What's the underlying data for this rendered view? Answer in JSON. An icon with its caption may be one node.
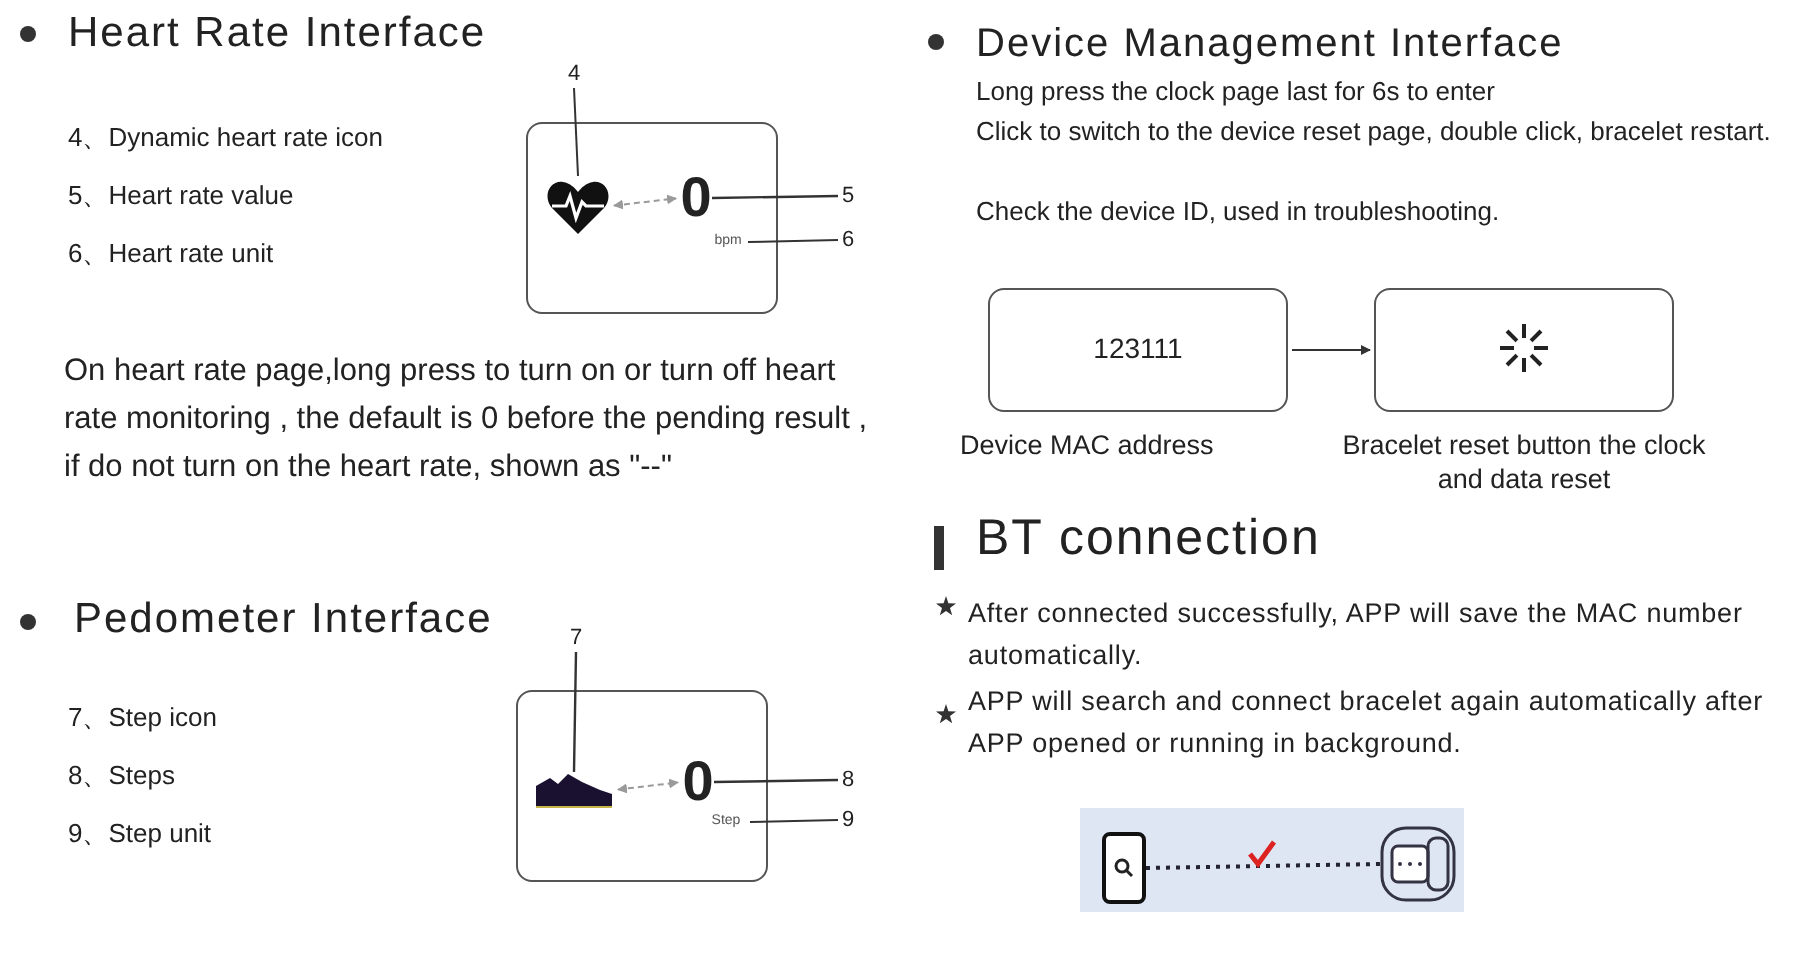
{
  "diagram": {
    "nodes": [
      {
        "text": [],
        "shape": "box"
      },
      {
        "text": [],
        "shape": "picture",
        "in": 0
      },
      {
        "text": [
          "0"
        ],
        "in": 0
      },
      {
        "text": [
          "bpm"
        ],
        "in": 0
      },
      {
        "text": [
          "4"
        ]
      },
      {
        "text": [
          "5"
        ]
      },
      {
        "text": [
          "6"
        ]
      },
      {
        "text": [],
        "shape": "box"
      },
      {
        "text": [],
        "shape": "picture",
        "in": 7
      },
      {
        "text": [
          "0"
        ],
        "in": 7
      },
      {
        "text": [
          "Step"
        ],
        "in": 7
      },
      {
        "text": [
          "7"
        ]
      },
      {
        "text": [
          "8"
        ]
      },
      {
        "text": [
          "9"
        ]
      },
      {
        "text": [
          "123111"
        ],
        "beside": [
          "Device MAC address"
        ]
      },
      {
        "text": [],
        "shape": "box",
        "beside": [
          "Bracelet reset button the clock and data reset"
        ]
      },
      {
        "text": [],
        "shape": "picture"
      },
      {
        "text": [],
        "shape": "picture"
      }
    ],
    "edges": [
      {
        "from": 4,
        "to": 1,
        "arrow": "none"
      },
      {
        "from": 5,
        "to": 2,
        "arrow": "none"
      },
      {
        "from": 6,
        "to": 3,
        "arrow": "none"
      },
      {
        "from": 1,
        "to": 2,
        "arrow": "both",
        "style": "dashed",
        "color": "#9a9a9a"
      },
      {
        "from": 11,
        "to": 8,
        "arrow": "none"
      },
      {
        "from": 12,
        "to": 9,
        "arrow": "none"
      },
      {
        "from": 13,
        "to": 10,
        "arrow": "none"
      },
      {
        "from": 8,
        "to": 9,
        "arrow": "both",
        "style": "dashed",
        "color": "#9a9a9a"
      },
      {
        "from": 14,
        "to": 15,
        "arrow": "to"
      },
      {
        "from": 16,
        "to": 17,
        "arrow": "none",
        "style": "dashed"
      }
    ],
    "labels": [
      "Heart Rate Interface",
      "4、Dynamic heart rate icon",
      "5、Heart rate value",
      "6、Heart rate unit",
      "On heart rate page,long press to turn on or turn off heart rate monitoring , the default is 0 before the pending result , if do not turn on the heart rate, shown as \"--\"",
      "Pedometer Interface",
      "7、Step icon",
      "8、Steps",
      "9、Step unit",
      "Device Management Interface",
      "Long press the clock page last for 6s to enter",
      "Click to switch to the device reset page, double click, bracelet restart.",
      "Check the device ID, used in troubleshooting.",
      "BT connection",
      "After connected successfully, APP will save the MAC number automatically.",
      "APP will search and connect bracelet again automatically after APP opened or running in background."
    ]
  }
}
